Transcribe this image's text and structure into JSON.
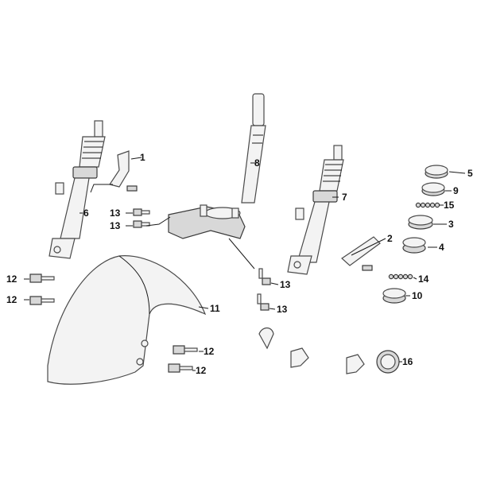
{
  "diagram": {
    "callouts": [
      {
        "id": "c1",
        "label": "1"
      },
      {
        "id": "c2",
        "label": "2"
      },
      {
        "id": "c3",
        "label": "3"
      },
      {
        "id": "c4",
        "label": "4"
      },
      {
        "id": "c5",
        "label": "5"
      },
      {
        "id": "c6",
        "label": "6"
      },
      {
        "id": "c7",
        "label": "7"
      },
      {
        "id": "c8",
        "label": "8"
      },
      {
        "id": "c9",
        "label": "9"
      },
      {
        "id": "c10",
        "label": "10"
      },
      {
        "id": "c11",
        "label": "11"
      },
      {
        "id": "c12a",
        "label": "12"
      },
      {
        "id": "c12b",
        "label": "12"
      },
      {
        "id": "c12c",
        "label": "12"
      },
      {
        "id": "c12d",
        "label": "12"
      },
      {
        "id": "c13a",
        "label": "13"
      },
      {
        "id": "c13b",
        "label": "13"
      },
      {
        "id": "c13c",
        "label": "13"
      },
      {
        "id": "c13d",
        "label": "13"
      },
      {
        "id": "c14",
        "label": "14"
      },
      {
        "id": "c15",
        "label": "15"
      },
      {
        "id": "c16",
        "label": "16"
      }
    ]
  }
}
